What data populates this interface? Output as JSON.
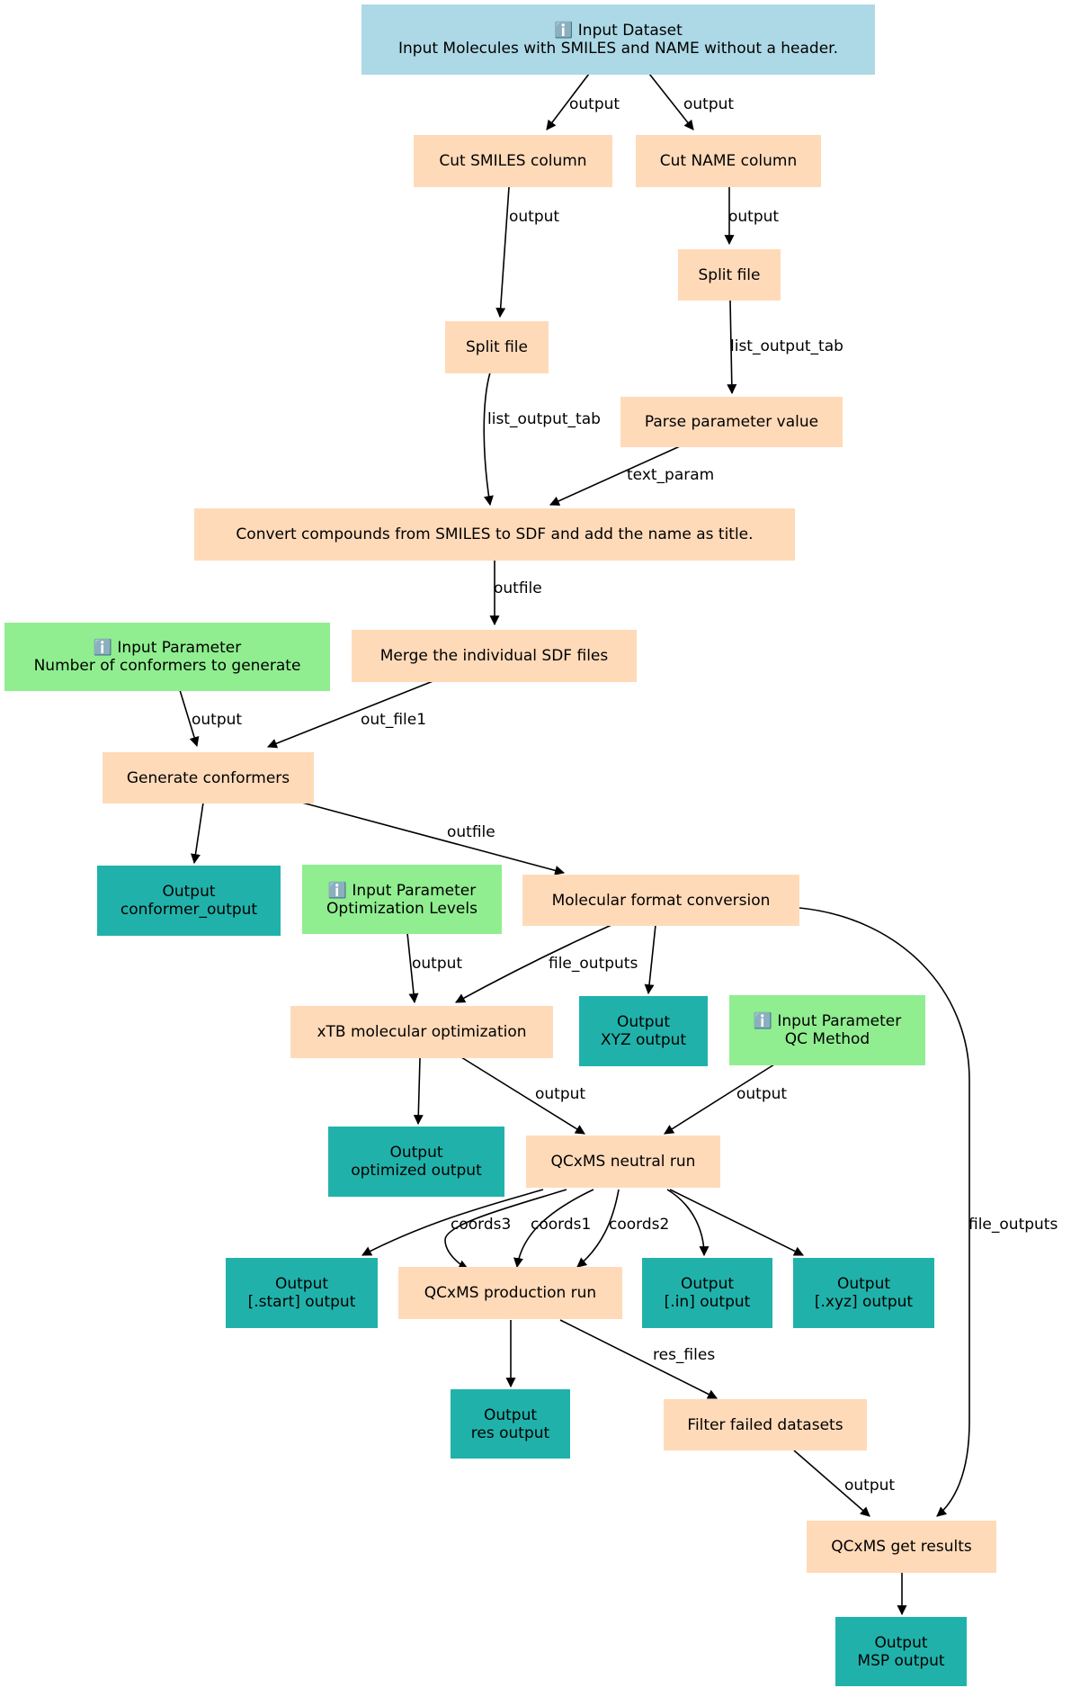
{
  "colors": {
    "dataset": "#add8e6",
    "tool": "#ffdab9",
    "param": "#90ee90",
    "output": "#20b2aa",
    "edge": "#000000"
  },
  "icons": {
    "info": "info-icon"
  },
  "nodes": {
    "input_dataset": {
      "icon": "ℹ️",
      "line1": "Input Dataset",
      "line2": "Input Molecules with SMILES and NAME without a header."
    },
    "cut_smiles": {
      "line1": "Cut SMILES column"
    },
    "cut_name": {
      "line1": "Cut NAME column"
    },
    "split_name": {
      "line1": "Split file"
    },
    "split_smiles": {
      "line1": "Split file"
    },
    "parse_param": {
      "line1": "Parse parameter value"
    },
    "convert": {
      "line1": "Convert compounds from SMILES to SDF and add the name as title."
    },
    "param_conformers": {
      "icon": "ℹ️",
      "line1": "Input Parameter",
      "line2": "Number of conformers to generate"
    },
    "merge_sdf": {
      "line1": "Merge the individual SDF files"
    },
    "gen_conformers": {
      "line1": "Generate conformers"
    },
    "out_conformer": {
      "line1": "Output",
      "line2": "conformer_output"
    },
    "param_opt": {
      "icon": "ℹ️",
      "line1": "Input Parameter",
      "line2": "Optimization Levels"
    },
    "mol_format": {
      "line1": "Molecular format conversion"
    },
    "xtb": {
      "line1": "xTB molecular optimization"
    },
    "out_xyz": {
      "line1": "Output",
      "line2": "XYZ output"
    },
    "param_qc": {
      "icon": "ℹ️",
      "line1": "Input Parameter",
      "line2": "QC Method"
    },
    "out_optimized": {
      "line1": "Output",
      "line2": "optimized output"
    },
    "qcxms_neutral": {
      "line1": "QCxMS neutral run"
    },
    "out_start": {
      "line1": "Output",
      "line2": "[.start] output"
    },
    "qcxms_prod": {
      "line1": "QCxMS production run"
    },
    "out_in": {
      "line1": "Output",
      "line2": "[.in] output"
    },
    "out_xyz2": {
      "line1": "Output",
      "line2": "[.xyz] output"
    },
    "out_res": {
      "line1": "Output",
      "line2": "res output"
    },
    "filter_failed": {
      "line1": "Filter failed datasets"
    },
    "qcxms_get": {
      "line1": "QCxMS get results"
    },
    "out_msp": {
      "line1": "Output",
      "line2": "MSP output"
    }
  },
  "edge_labels": {
    "e1": "output",
    "e2": "output",
    "e3": "output",
    "e4": "output",
    "e5": "list_output_tab",
    "e6": "list_output_tab",
    "e7": "text_param",
    "e8": "outfile",
    "e9": "output",
    "e10": "out_file1",
    "e11": "outfile",
    "e12": "output",
    "e13": "file_outputs",
    "e14": "output",
    "e15": "output",
    "e16": "coords3",
    "e17": "coords1",
    "e18": "coords2",
    "e19": "res_files",
    "e20": "output",
    "e21": "file_outputs"
  }
}
